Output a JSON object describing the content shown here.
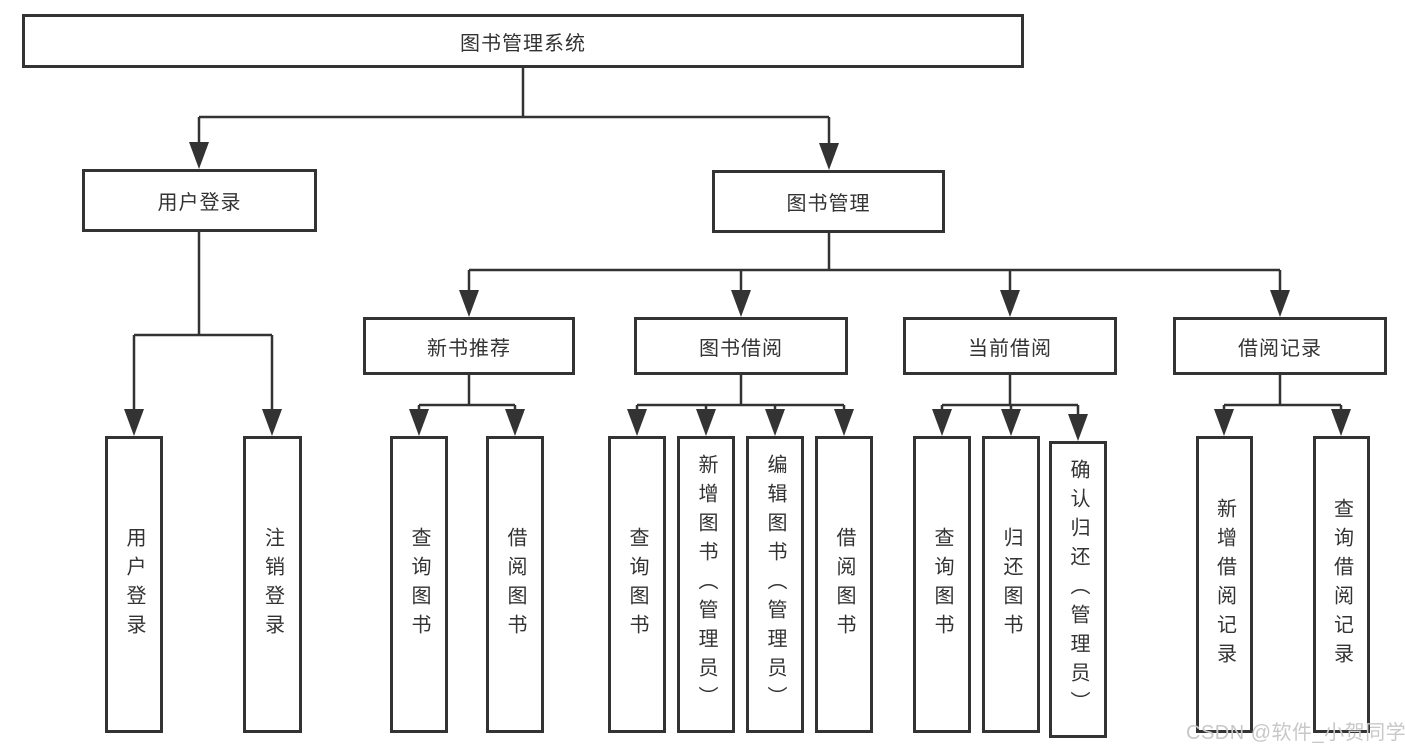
{
  "tree": {
    "root": {
      "label": "图书管理系统",
      "children": [
        {
          "label": "用户登录",
          "children": [
            {
              "label": "用户登录"
            },
            {
              "label": "注销登录"
            }
          ]
        },
        {
          "label": "图书管理",
          "children": [
            {
              "label": "新书推荐",
              "children": [
                {
                  "label": "查询图书"
                },
                {
                  "label": "借阅图书"
                }
              ]
            },
            {
              "label": "图书借阅",
              "children": [
                {
                  "label": "查询图书"
                },
                {
                  "label": "新增图书（管理员）"
                },
                {
                  "label": "编辑图书（管理员）"
                },
                {
                  "label": "借阅图书"
                }
              ]
            },
            {
              "label": "当前借阅",
              "children": [
                {
                  "label": "查询图书"
                },
                {
                  "label": "归还图书"
                },
                {
                  "label": "确认归还（管理员）"
                }
              ]
            },
            {
              "label": "借阅记录",
              "children": [
                {
                  "label": "新增借阅记录"
                },
                {
                  "label": "查询借阅记录"
                }
              ]
            }
          ]
        }
      ]
    }
  },
  "watermark": "CSDN @软件_小贺同学",
  "colors": {
    "line": "#333333",
    "box_background": "#ffffff",
    "text": "#333333",
    "watermark_text": "#c8c8ca"
  }
}
